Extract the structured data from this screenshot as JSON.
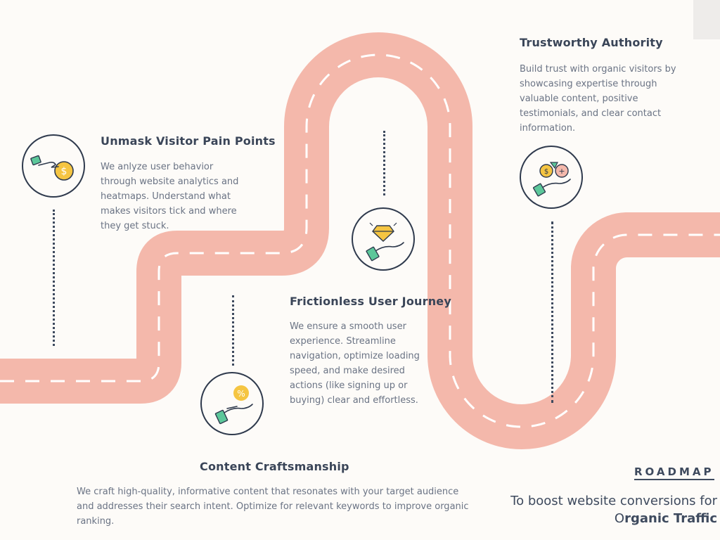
{
  "steps": [
    {
      "title": "Unmask Visitor Pain Points",
      "body": "We anlyze user behavior through website analytics and heatmaps. Understand what makes visitors tick and where they get stuck.",
      "icon": "hand-coin-icon"
    },
    {
      "title": "Content Craftsmanship",
      "body": "We craft high-quality, informative content that resonates with your target audience and addresses their search intent. Optimize for relevant keywords to improve organic ranking.",
      "icon": "hand-percent-icon"
    },
    {
      "title": "Frictionless User Journey",
      "body": "We ensure a smooth user experience. Streamline navigation, optimize loading speed, and make desired actions (like signing up or buying) clear and effortless.",
      "icon": "hand-diamond-icon"
    },
    {
      "title": "Trustworthy Authority",
      "body": "Build trust with organic visitors by showcasing expertise through valuable content, positive testimonials, and clear contact information.",
      "icon": "hand-money-bags-icon"
    }
  ],
  "footer": {
    "label": "ROADMAP",
    "tagline_line1": "To boost website conversions for",
    "tagline_prefix": "O",
    "tagline_bold": "rganic Traffic"
  },
  "colors": {
    "road": "#f4b8ab",
    "dash": "#ffffff",
    "text_dark": "#3a4558",
    "text_body": "#6a7384",
    "icon_green": "#5cc79a",
    "icon_gold": "#f5c542"
  }
}
